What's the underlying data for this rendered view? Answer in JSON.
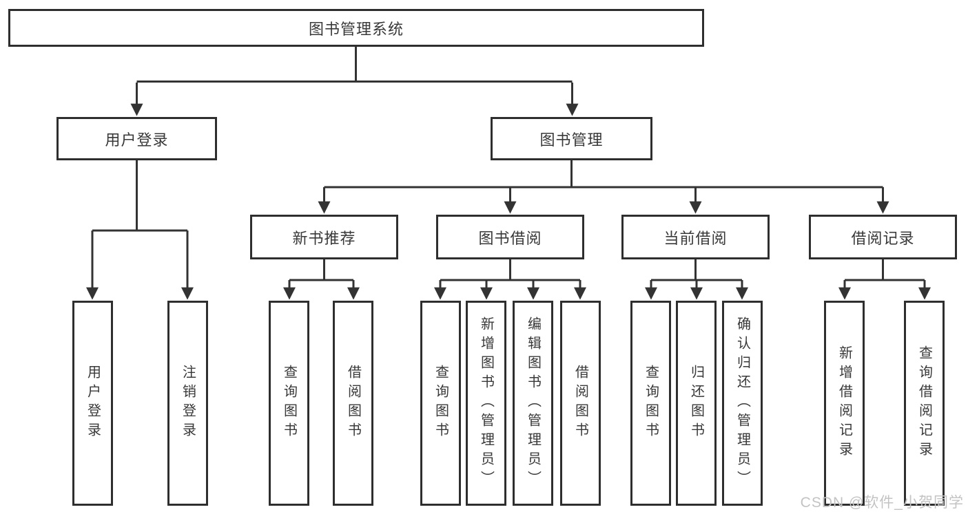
{
  "diagram_title": "图书管理系统",
  "colors": {
    "line": "#333333",
    "box_border": "#2e2e2e",
    "text": "#383838",
    "watermark": "#c3c3c3",
    "background": "#ffffff"
  },
  "tree": {
    "root": {
      "label": "图书管理系统"
    },
    "branches": [
      {
        "label": "用户登录",
        "children": [
          {
            "label": "用户登录"
          },
          {
            "label": "注销登录"
          }
        ]
      },
      {
        "label": "图书管理",
        "children": [
          {
            "label": "新书推荐",
            "children": [
              {
                "label": "查询图书"
              },
              {
                "label": "借阅图书"
              }
            ]
          },
          {
            "label": "图书借阅",
            "children": [
              {
                "label": "查询图书"
              },
              {
                "label": "新增图书（管理员）"
              },
              {
                "label": "编辑图书（管理员）"
              },
              {
                "label": "借阅图书"
              }
            ]
          },
          {
            "label": "当前借阅",
            "children": [
              {
                "label": "查询图书"
              },
              {
                "label": "归还图书"
              },
              {
                "label": "确认归还（管理员）"
              }
            ]
          },
          {
            "label": "借阅记录",
            "children": [
              {
                "label": "新增借阅记录"
              },
              {
                "label": "查询借阅记录"
              }
            ]
          }
        ]
      }
    ]
  },
  "watermark": "CSDN @软件_小贺同学"
}
